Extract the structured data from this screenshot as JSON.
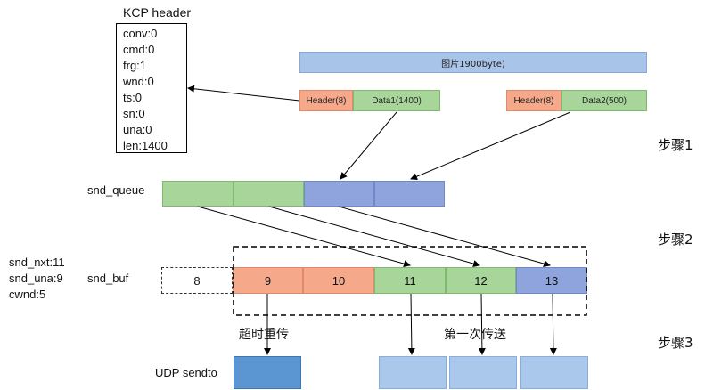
{
  "kcp_header": {
    "title": "KCP header",
    "fields": [
      "conv:0",
      "cmd:0",
      "frg:1",
      "wnd:0",
      "ts:0",
      "sn:0",
      "una:0",
      "len:1400"
    ]
  },
  "image_bar": {
    "label": "图片1900byte)"
  },
  "segment1": {
    "header": "Header(8)",
    "data": "Data1(1400)"
  },
  "segment2": {
    "header": "Header(8)",
    "data": "Data2(500)"
  },
  "steps": {
    "step1": "步骤1",
    "step2": "步骤2",
    "step3": "步骤3"
  },
  "snd_queue": {
    "label": "snd_queue"
  },
  "snd_buf": {
    "label": "snd_buf",
    "cells": [
      "8",
      "9",
      "10",
      "11",
      "12",
      "13"
    ]
  },
  "state": {
    "snd_nxt": "snd_nxt:11",
    "snd_una": "snd_una:9",
    "cwnd": "cwnd:5"
  },
  "annotations": {
    "retransmit": "超时重传",
    "first_send": "第一次传送"
  },
  "udp": {
    "label": "UDP sendto"
  },
  "colors": {
    "light_blue": "#a8c4e8",
    "orange": "#f5a98a",
    "green": "#a7d59a",
    "violet": "#8fa4dc",
    "udp_dark": "#5b96d2"
  }
}
